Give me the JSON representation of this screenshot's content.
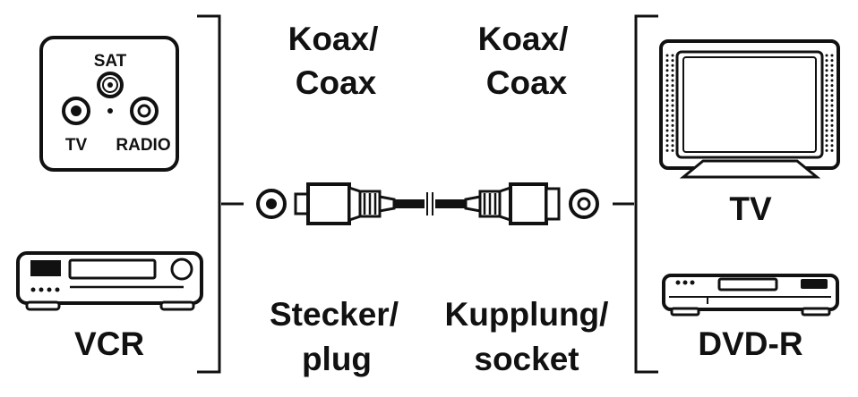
{
  "wall_socket": {
    "sat": "SAT",
    "tv": "TV",
    "radio": "RADIO"
  },
  "left_devices": {
    "vcr": "VCR"
  },
  "right_devices": {
    "tv": "TV",
    "dvd": "DVD-R"
  },
  "plug_side": {
    "type_line1": "Koax/",
    "type_line2": "Coax",
    "role_line1": "Stecker/",
    "role_line2": "plug"
  },
  "socket_side": {
    "type_line1": "Koax/",
    "type_line2": "Coax",
    "role_line1": "Kupplung/",
    "role_line2": "socket"
  },
  "colors": {
    "ink": "#111111",
    "background": "#ffffff"
  }
}
